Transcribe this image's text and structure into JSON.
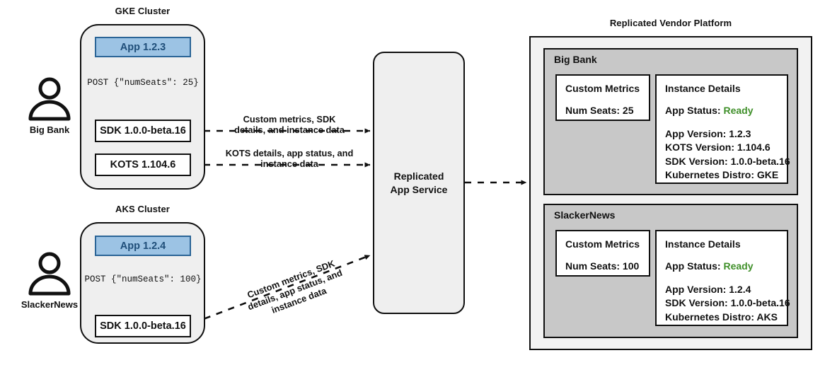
{
  "colors": {
    "app_fill": "#9CC3E4",
    "app_border": "#2A6496",
    "app_text": "#1F4E79",
    "cluster_fill": "#EFEFEF",
    "tenant_fill": "#C8C8C8",
    "platform_fill": "#F2F2F2",
    "status_ready": "#3F8F29",
    "stroke": "#0F0F0F"
  },
  "customers": [
    {
      "name": "Big Bank",
      "icon": "person-icon"
    },
    {
      "name": "SlackerNews",
      "icon": "person-icon"
    }
  ],
  "clusters": [
    {
      "title": "GKE Cluster",
      "app": "App 1.2.3",
      "post": "POST {\"numSeats\": 25}",
      "components": [
        "SDK 1.0.0-beta.16",
        "KOTS 1.104.6"
      ]
    },
    {
      "title": "AKS Cluster",
      "app": "App 1.2.4",
      "post": "POST {\"numSeats\": 100}",
      "components": [
        "SDK 1.0.0-beta.16"
      ]
    }
  ],
  "edges": [
    {
      "id": "gke-sdk-edge",
      "lines": [
        "Custom metrics, SDK",
        "details, and instance data"
      ]
    },
    {
      "id": "gke-kots-edge",
      "lines": [
        "KOTS details, app status, and",
        "instance data"
      ]
    },
    {
      "id": "aks-sdk-edge",
      "lines": [
        "Custom metrics, SDK",
        "details, app status, and",
        "instance data"
      ]
    }
  ],
  "service": {
    "label_line1": "Replicated",
    "label_line2": "App Service"
  },
  "platform": {
    "title": "Replicated Vendor Platform",
    "tenants": [
      {
        "name": "Big Bank",
        "metrics": {
          "title": "Custom Metrics",
          "lines": [
            "Num Seats: 25"
          ]
        },
        "instance": {
          "title": "Instance Details",
          "status_label": "App Status:",
          "status_value": "Ready",
          "lines": [
            "App Version: 1.2.3",
            "KOTS Version: 1.104.6",
            "SDK Version: 1.0.0-beta.16",
            "Kubernetes Distro: GKE"
          ]
        }
      },
      {
        "name": "SlackerNews",
        "metrics": {
          "title": "Custom Metrics",
          "lines": [
            "Num Seats: 100"
          ]
        },
        "instance": {
          "title": "Instance Details",
          "status_label": "App Status:",
          "status_value": "Ready",
          "lines": [
            "App Version: 1.2.4",
            "SDK Version: 1.0.0-beta.16",
            "Kubernetes Distro: AKS"
          ]
        }
      }
    ]
  }
}
